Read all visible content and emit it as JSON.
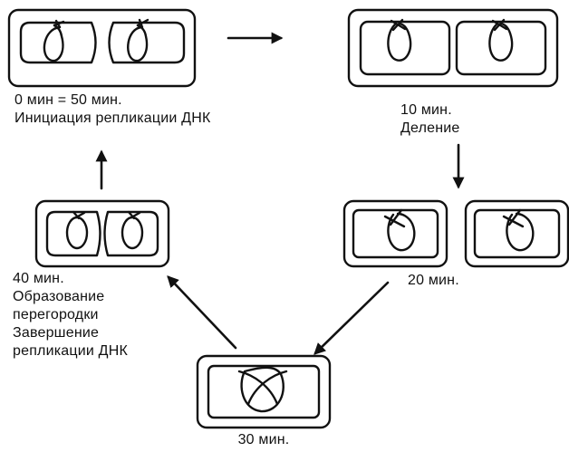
{
  "stages": [
    {
      "id": "stage-0",
      "lines": [
        "0 мин = 50 мин.",
        "Инициация репликации ДНК"
      ]
    },
    {
      "id": "stage-10",
      "lines": [
        "10 мин.",
        "Деление"
      ]
    },
    {
      "id": "stage-20",
      "lines": [
        "20 мин."
      ]
    },
    {
      "id": "stage-30",
      "lines": [
        "30 мин."
      ]
    },
    {
      "id": "stage-40",
      "lines": [
        "40 мин.",
        "Образование",
        "перегородки",
        "Завершение",
        "репликации ДНК"
      ]
    }
  ]
}
